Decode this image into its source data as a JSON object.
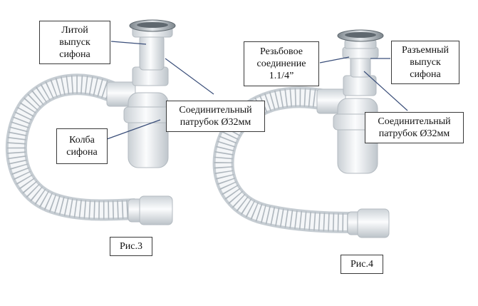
{
  "figures": [
    {
      "caption": "Рис.3",
      "callouts": {
        "cast_outlet": [
          "Литой",
          "выпуск",
          "сифона"
        ],
        "connector": [
          "Соединительный",
          "патрубок Ø32мм"
        ],
        "bulb": [
          "Колба",
          "сифона"
        ]
      }
    },
    {
      "caption": "Рис.4",
      "callouts": {
        "threaded": [
          "Резьбовое",
          "соединение",
          "1.1/4”"
        ],
        "detachable_outlet": [
          "Разъемный",
          "выпуск",
          "сифона"
        ],
        "connector": [
          "Соединительный",
          "патрубок Ø32мм"
        ]
      }
    }
  ],
  "colors": {
    "plastic": "#eef1f3",
    "plastic_shade": "#c9cfd4",
    "steel": "#9aa3aa",
    "leader_line": "#3b4f7a"
  }
}
